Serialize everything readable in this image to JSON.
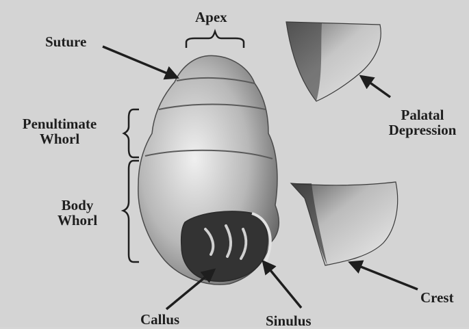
{
  "labels": {
    "apex": "Apex",
    "suture": "Suture",
    "penultimate_whorl": "Penultimate\nWhorl",
    "body_whorl": "Body\nWhorl",
    "palatal_depression": "Palatal\nDepression",
    "crest": "Crest",
    "callus": "Callus",
    "sinulus": "Sinulus"
  },
  "colors": {
    "background": "#d4d4d4",
    "shell_light": "#bdbdbd",
    "shell_dark": "#3a3a3a",
    "text": "#1e1e1e"
  }
}
